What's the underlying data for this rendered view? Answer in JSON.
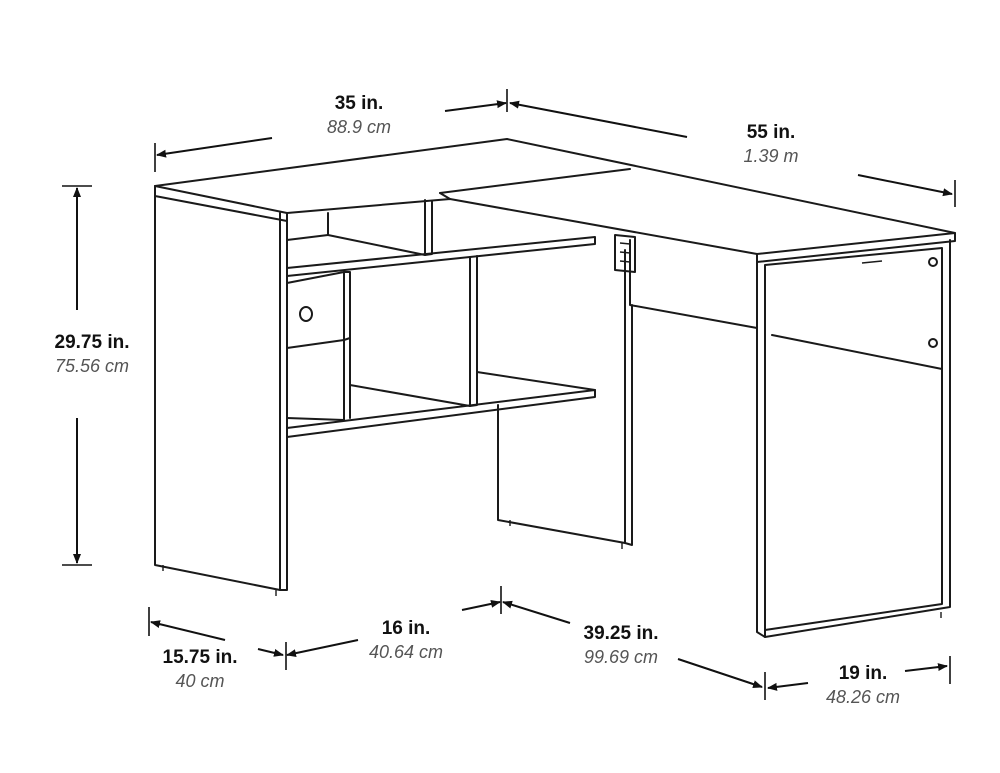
{
  "dimensions": {
    "top_left_width": {
      "imperial": "35 in.",
      "metric": "88.9 cm"
    },
    "top_right_width": {
      "imperial": "55 in.",
      "metric": "1.39 m"
    },
    "height": {
      "imperial": "29.75 in.",
      "metric": "75.56 cm"
    },
    "left_depth": {
      "imperial": "15.75 in.",
      "metric": "40 cm"
    },
    "shelf_width": {
      "imperial": "16 in.",
      "metric": "40.64 cm"
    },
    "return_length": {
      "imperial": "39.25 in.",
      "metric": "99.69 cm"
    },
    "right_depth": {
      "imperial": "19 in.",
      "metric": "48.26 cm"
    }
  }
}
